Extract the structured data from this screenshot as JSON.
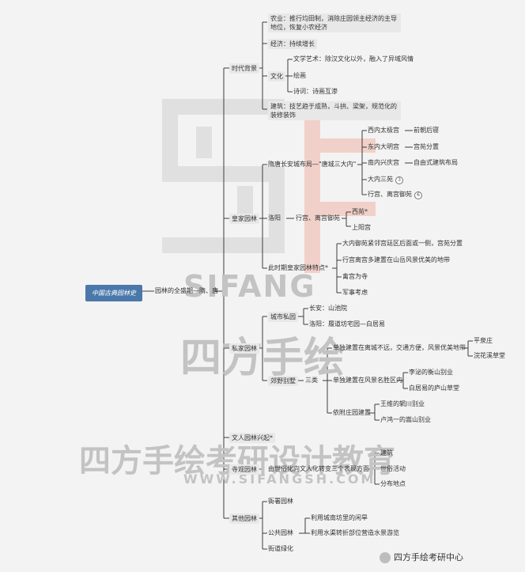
{
  "root": "中国古典园林史",
  "era": "园林的全盛期—隋、唐",
  "sections": {
    "background": {
      "label": "时代背景",
      "agriculture": "农业：推行均田制，消除庄园领主经济的主导地位，恢复小农经济",
      "economy": "经济：持续增长",
      "culture": "文化",
      "culture_items": [
        "文学艺术：除汉文化以外，融入了异域风情",
        "绘画",
        "诗词：诗画互渗"
      ],
      "architecture": "建筑：技艺趋于成熟，斗拱、梁架，规范化的装修装饰"
    },
    "royal": {
      "label": "皇家园林",
      "changan": "隋唐长安城布局—\"唐城三大内\"",
      "palaces": [
        "西内太极宫",
        "东内大明宫",
        "南内兴庆宫",
        "大内三苑",
        "行宫、离宫御苑"
      ],
      "palace_notes": [
        "前朝后寝",
        "宫苑分置",
        "自由式建筑布局"
      ],
      "badges": [
        "3",
        "6"
      ],
      "luoyang": "洛阳",
      "luoyang_sub": "行宫、离宫御苑",
      "luoyang_items": [
        "西苑*",
        "上阳宫"
      ],
      "features": "此时期皇家园林特点*",
      "feature_items": [
        "大内御苑紧邻宫廷区后面或一侧，宫苑分置",
        "行宫离宫多建置在山岳风景优美的地带",
        "禽宫为寺",
        "军事考虑"
      ]
    },
    "private": {
      "label": "私家园林",
      "city": "城市私园",
      "city_items": [
        "长安：山池院",
        "洛阳：履道坊宅园—白居易"
      ],
      "villa": "郊野别墅",
      "three": "三类",
      "types": [
        "单独建置在离城不远，交通方便，风景优美地带",
        "单独建置在风景名胜区内",
        "依附庄园建置"
      ],
      "type1_items": [
        "平泉庄",
        "浣花溪草堂"
      ],
      "type2_items": [
        "李泌的衡山别业",
        "白居易的庐山草堂"
      ],
      "type3_items": [
        "王维的辋川别业",
        "卢鸿一的嵩山别业"
      ]
    },
    "literati": {
      "label": "文人园林兴起*"
    },
    "temple": {
      "label": "寺观园林",
      "sub": "由世俗化向文人化转变三个表现方面",
      "items": [
        "建筑",
        "世俗活动",
        "分布地点"
      ]
    },
    "other": {
      "label": "其他园林",
      "items": [
        "衙署园林",
        "公共园林",
        "街道绿化"
      ],
      "public_items": [
        "利用城南坊里的闲旱",
        "利用水渠转折部位营造水景游览"
      ]
    }
  },
  "watermark": {
    "brand": "SIFANG",
    "cn": "四方手绘",
    "slogan": "四方手绘考研设计教育",
    "url": "WWW.SIFANGSH.COM"
  },
  "footer": "四方手绘考研中心",
  "colors": {
    "root_bg": "#4a78ab",
    "line": "#3d3d3d",
    "node_bg": "#e8e8e8",
    "watermark": "#c3c3c3"
  }
}
